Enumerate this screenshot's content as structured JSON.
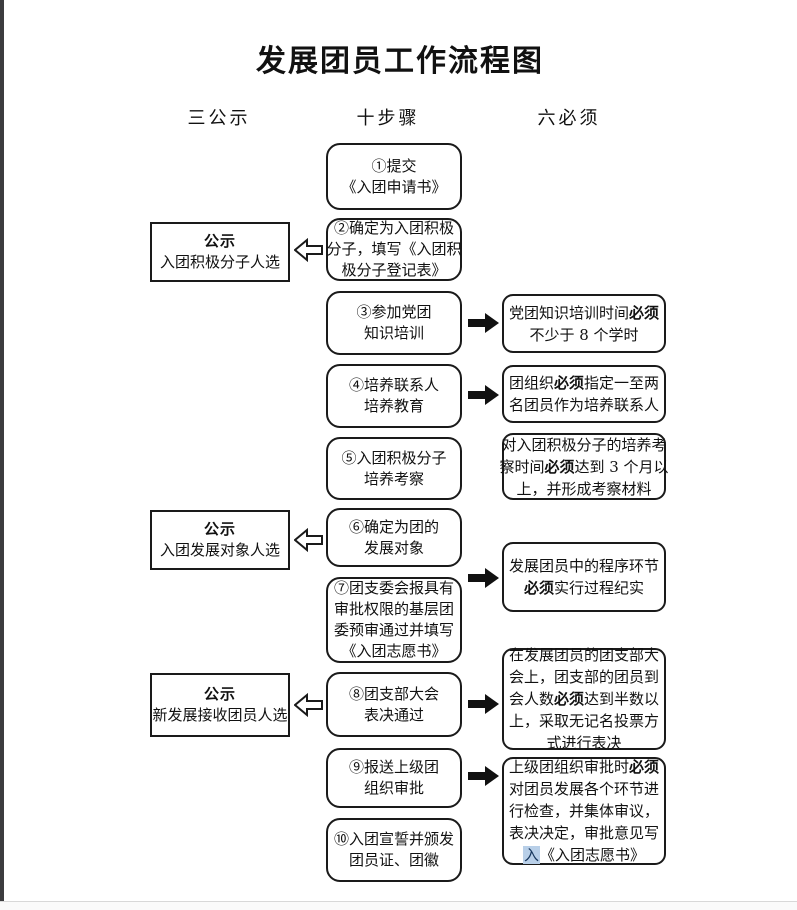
{
  "page": {
    "title": "发展团员工作流程图",
    "columns": {
      "left": "三公示",
      "middle": "十步骤",
      "right": "六必须"
    }
  },
  "steps": [
    {
      "text": "①提交\n《入团申请书》"
    },
    {
      "text": "②确定为入团积极\n分子，填写《入团积\n极分子登记表》"
    },
    {
      "text": "③参加党团\n知识培训"
    },
    {
      "text": "④培养联系人\n培养教育"
    },
    {
      "text": "⑤入团积极分子\n培养考察"
    },
    {
      "text": "⑥确定为团的\n发展对象"
    },
    {
      "text": "⑦团支委会报具有\n审批权限的基层团\n委预审通过并填写\n《入团志愿书》"
    },
    {
      "text": "⑧团支部大会\n表决通过"
    },
    {
      "text": "⑨报送上级团\n组织审批"
    },
    {
      "text": "⑩入团宣誓并颁发\n团员证、团徽"
    }
  ],
  "announcements": [
    {
      "title": "公示",
      "subtitle": "入团积极分子人选"
    },
    {
      "title": "公示",
      "subtitle": "入团发展对象人选"
    },
    {
      "title": "公示",
      "subtitle": "新发展接收团员人选"
    }
  ],
  "requirements": [
    {
      "pre": "党团知识培训时间",
      "bold": "必须",
      "post": "\n不少于 8 个学时"
    },
    {
      "pre": "团组织",
      "bold": "必须",
      "post": "指定一至两\n名团员作为培养联系人"
    },
    {
      "pre": "对入团积极分子的培养考\n察时间",
      "bold": "必须",
      "post": "达到 3 个月以\n上，并形成考察材料"
    },
    {
      "pre": "发展团员中的程序环节\n",
      "bold": "必须",
      "post": "实行过程纪实"
    },
    {
      "pre": "在发展团员的团支部大\n会上，团支部的团员到\n会人数",
      "bold": "必须",
      "post": "达到半数以\n上，采取无记名投票方\n式进行表决"
    },
    {
      "pre": "上级团组织审批时",
      "bold": "必须",
      "mid": "\n对团员发展各个环节进\n行检查，并集体审议，\n表决决定，审批意见写\n",
      "highlight": "入",
      "post": "《入团志愿书》"
    }
  ],
  "colors": {
    "border": "#1a1a1a",
    "highlight_bg": "#b8cfe8",
    "highlight_fg": "#17365d"
  }
}
